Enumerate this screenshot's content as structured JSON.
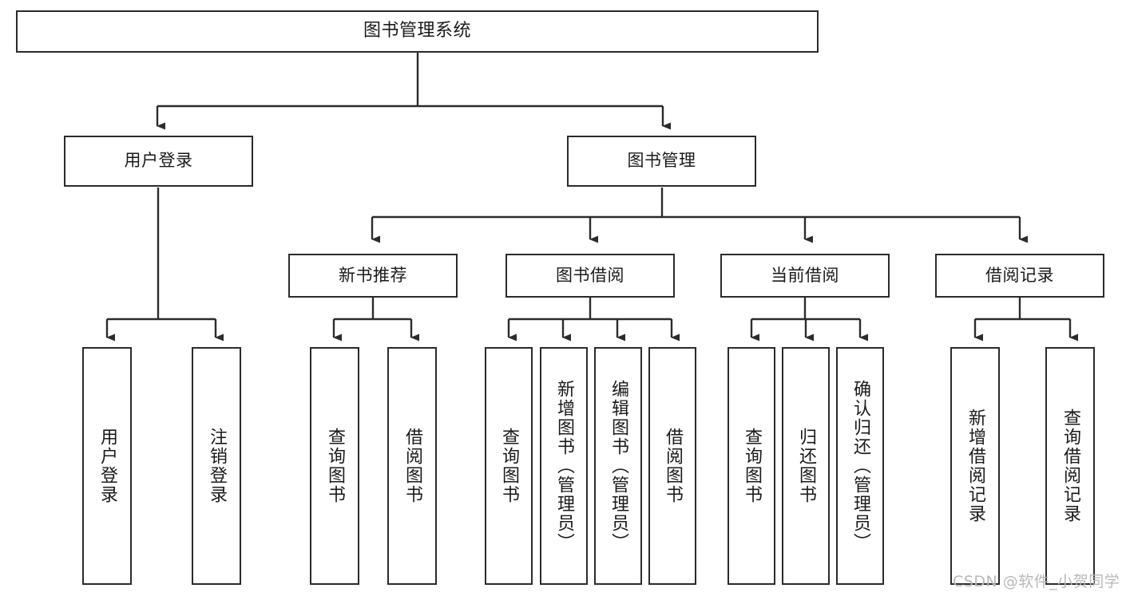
{
  "diagram": {
    "title": "图书管理系统",
    "type": "tree",
    "orientation": "top-down",
    "style": {
      "box_fill": "#ffffff",
      "box_stroke": "#2b2b2b",
      "edge_color": "#2b2b2b",
      "text_color": "#1a1a1a",
      "background": "#ffffff"
    }
  },
  "nodes": {
    "root": {
      "label": "图书管理系统",
      "level": 0,
      "text_direction": "horizontal"
    },
    "level1": [
      {
        "id": "user-login",
        "label": "用户登录",
        "text_direction": "horizontal"
      },
      {
        "id": "book-management",
        "label": "图书管理",
        "text_direction": "horizontal"
      }
    ],
    "level2": [
      {
        "id": "new-book-recommend",
        "label": "新书推荐",
        "parent": "book-management",
        "text_direction": "horizontal"
      },
      {
        "id": "book-borrow",
        "label": "图书借阅",
        "parent": "book-management",
        "text_direction": "horizontal"
      },
      {
        "id": "current-borrow",
        "label": "当前借阅",
        "parent": "book-management",
        "text_direction": "horizontal"
      },
      {
        "id": "borrow-record",
        "label": "借阅记录",
        "parent": "book-management",
        "text_direction": "horizontal"
      }
    ],
    "leaves": [
      {
        "id": "leaf-user-login",
        "label": "用户登录",
        "parent": "user-login",
        "text_direction": "vertical"
      },
      {
        "id": "leaf-user-logout",
        "label": "注销登录",
        "parent": "user-login",
        "text_direction": "vertical"
      },
      {
        "id": "leaf-query-book-1",
        "label": "查询图书",
        "parent": "new-book-recommend",
        "text_direction": "vertical"
      },
      {
        "id": "leaf-borrow-book-1",
        "label": "借阅图书",
        "parent": "new-book-recommend",
        "text_direction": "vertical"
      },
      {
        "id": "leaf-query-book-2",
        "label": "查询图书",
        "parent": "book-borrow",
        "text_direction": "vertical"
      },
      {
        "id": "leaf-add-book",
        "label": "新增图书（管理员）",
        "parent": "book-borrow",
        "text_direction": "vertical"
      },
      {
        "id": "leaf-edit-book",
        "label": "编辑图书（管理员）",
        "parent": "book-borrow",
        "text_direction": "vertical"
      },
      {
        "id": "leaf-borrow-book-2",
        "label": "借阅图书",
        "parent": "book-borrow",
        "text_direction": "vertical"
      },
      {
        "id": "leaf-query-book-3",
        "label": "查询图书",
        "parent": "current-borrow",
        "text_direction": "vertical"
      },
      {
        "id": "leaf-return-book",
        "label": "归还图书",
        "parent": "current-borrow",
        "text_direction": "vertical"
      },
      {
        "id": "leaf-confirm-return",
        "label": "确认归还（管理员）",
        "parent": "current-borrow",
        "text_direction": "vertical"
      },
      {
        "id": "leaf-add-borrow-record",
        "label": "新增借阅记录",
        "parent": "borrow-record",
        "text_direction": "vertical"
      },
      {
        "id": "leaf-query-borrow-record",
        "label": "查询借阅记录",
        "parent": "borrow-record",
        "text_direction": "vertical"
      }
    ]
  },
  "watermark": {
    "text": "CSDN @软件_小贺同学"
  }
}
